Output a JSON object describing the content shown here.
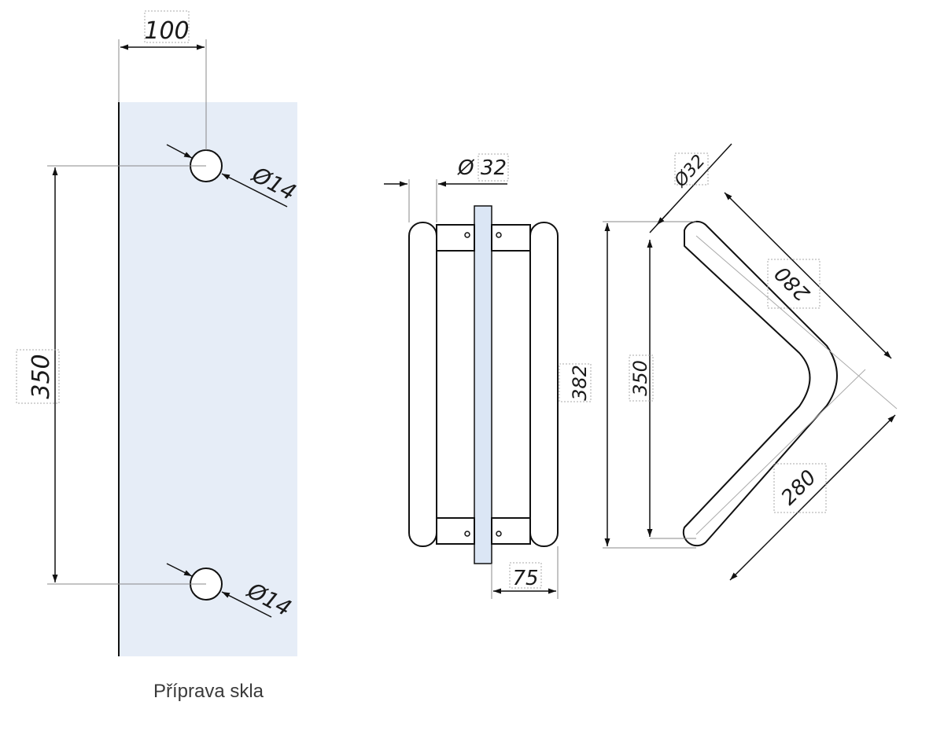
{
  "glass_prep": {
    "dim_width": "100",
    "dim_height": "350",
    "hole_top": "Ø14",
    "hole_bottom": "Ø14",
    "caption": "Příprava skla",
    "glass_color": "#e6edf7"
  },
  "front_view": {
    "dim_diameter": "Ø 32",
    "dim_length": "382",
    "dim_offset": "75",
    "glass_color": "#dbe6f5"
  },
  "side_view": {
    "dim_diameter": "Ø32",
    "dim_arm_top": "280",
    "dim_arm_bottom": "280",
    "dim_center": "350"
  }
}
